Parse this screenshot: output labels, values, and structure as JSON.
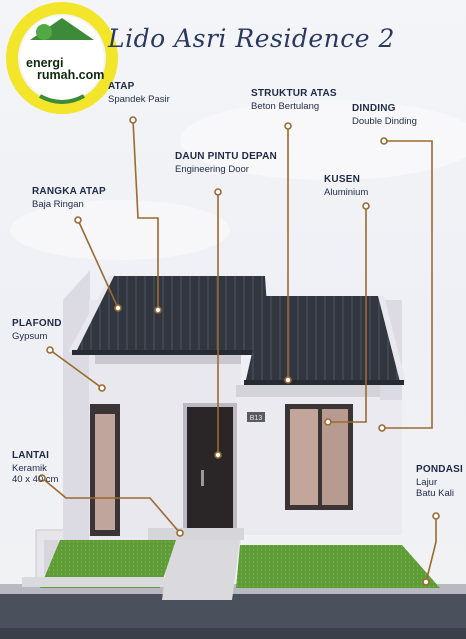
{
  "logo": {
    "line1": "energi",
    "line2": "rumah.com"
  },
  "title": "Lido Asri Residence 2",
  "labels": {
    "atap": {
      "title": "ATAP",
      "value": "Spandek Pasir"
    },
    "struktur_atas": {
      "title": "STRUKTUR ATAS",
      "value": "Beton Bertulang"
    },
    "dinding": {
      "title": "DINDING",
      "value": "Double Dinding"
    },
    "daun_pintu": {
      "title": "DAUN PINTU DEPAN",
      "value": "Engineering Door"
    },
    "kusen": {
      "title": "KUSEN",
      "value": "Aluminium"
    },
    "rangka_atap": {
      "title": "RANGKA ATAP",
      "value": "Baja Ringan"
    },
    "plafond": {
      "title": "PLAFOND",
      "value": "Gypsum"
    },
    "lantai": {
      "title": "LANTAI",
      "value": "Keramik",
      "value2": "40 x 40 cm"
    },
    "pondasi": {
      "title": "PONDASI",
      "value": "Lajur",
      "value2": "Batu Kali"
    }
  },
  "house_number": "B13",
  "colors": {
    "leader": "#9a6a30",
    "roof": "#2f3440",
    "wall": "#ecebf0",
    "grass": "#5e9a36",
    "ground": "#4a4f5c"
  }
}
